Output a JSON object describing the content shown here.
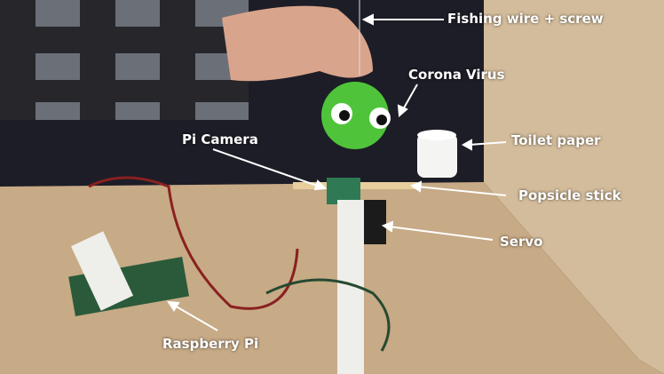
{
  "labels": {
    "fishing_wire": "Fishing wire + screw",
    "corona_virus": "Corona Virus",
    "pi_camera": "Pi Camera",
    "toilet_paper": "Toilet paper",
    "popsicle_stick": "Popsicle stick",
    "servo": "Servo",
    "raspberry_pi": "Raspberry Pi"
  },
  "colors": {
    "background": "#1c1c24",
    "wood": "#c9ad8a",
    "wall": "#d6bf9f",
    "virus": "#4fc43a",
    "label": "#ffffff"
  }
}
